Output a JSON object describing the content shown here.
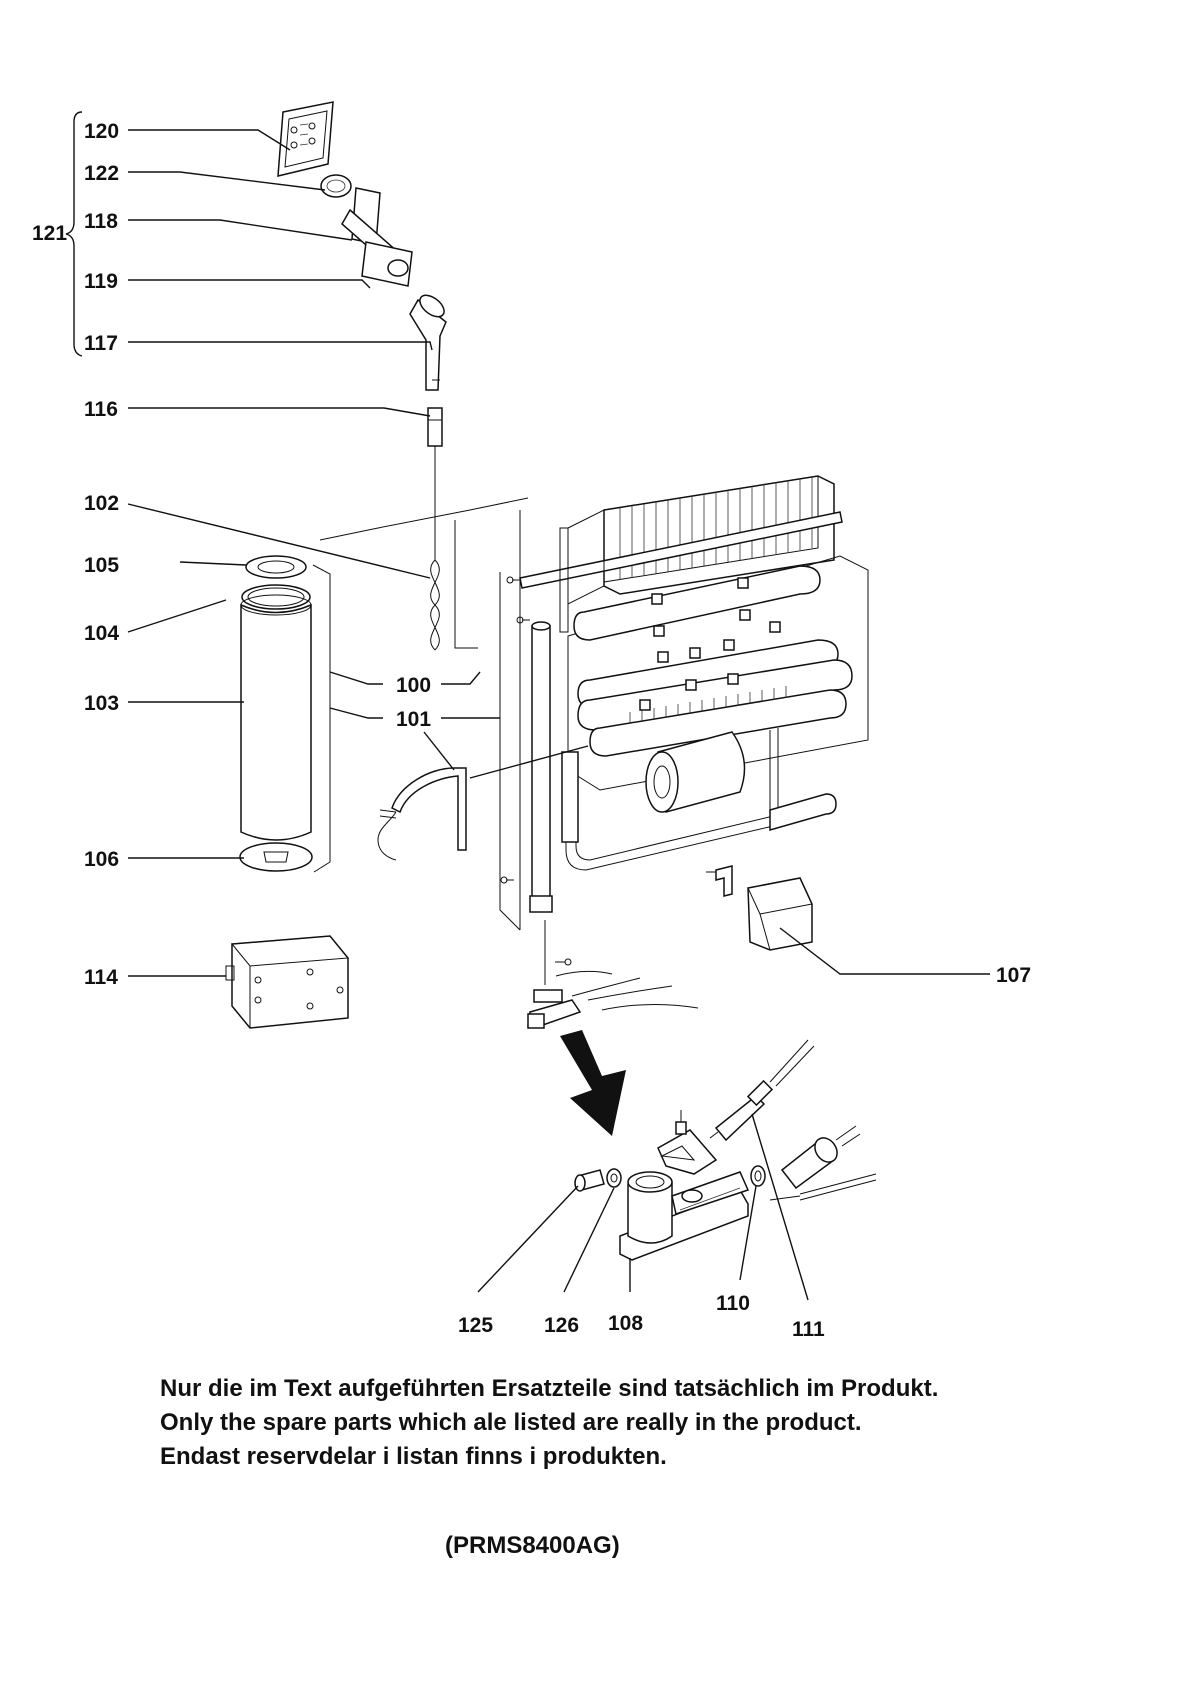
{
  "labels": {
    "l120": "120",
    "l122": "122",
    "l121": "121",
    "l118": "118",
    "l119": "119",
    "l117": "117",
    "l116": "116",
    "l102": "102",
    "l105": "105",
    "l104": "104",
    "l103": "103",
    "l100": "100",
    "l101": "101",
    "l106": "106",
    "l114": "114",
    "l107": "107",
    "l125": "125",
    "l126": "126",
    "l108": "108",
    "l110": "110",
    "l111": "111"
  },
  "notes": [
    "Nur die im Text aufgeführten Ersatzteile sind tatsächlich im Produkt.",
    "Only the spare parts which ale listed are really in the product.",
    "Endast reservdelar i listan finns i produkten."
  ],
  "model": "(PRMS8400AG)"
}
